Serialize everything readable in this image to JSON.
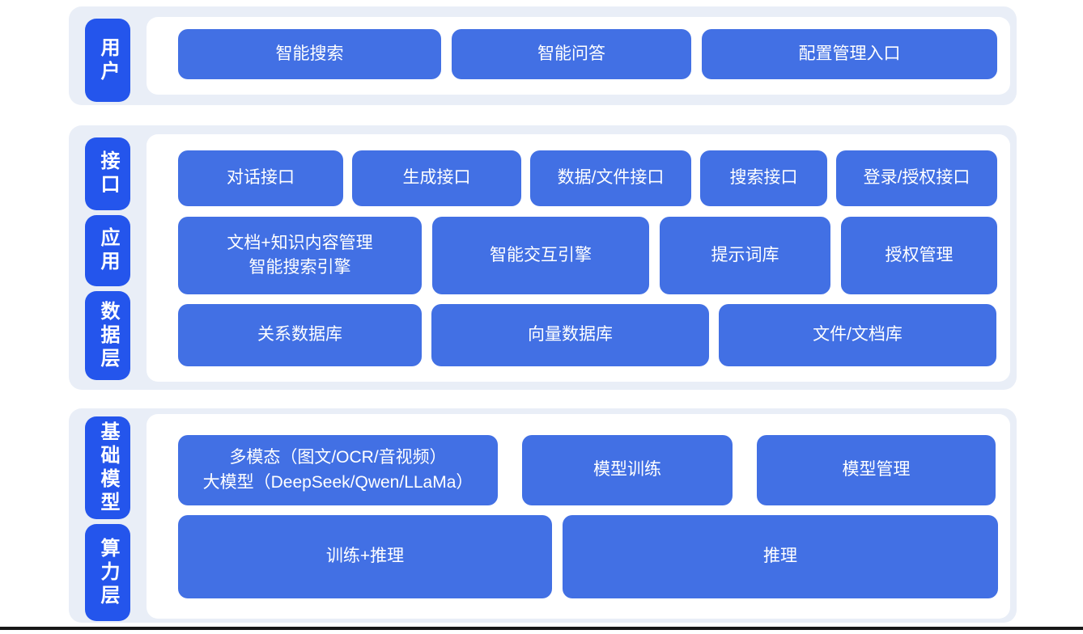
{
  "diagram_title": "AI platform layered architecture",
  "colors": {
    "band_background": "#e9eef7",
    "layer_pill_blue": "#2455ec",
    "block_blue": "#4270e4",
    "panel_white": "#ffffff",
    "text_white": "#ffffff",
    "bottom_rule": "#171717"
  },
  "layers": {
    "user": {
      "label": "用户",
      "blocks": [
        "智能搜索",
        "智能问答",
        "配置管理入口"
      ]
    },
    "middle": {
      "labels": [
        "接口",
        "应用",
        "数据层"
      ],
      "interface_row": [
        "对话接口",
        "生成接口",
        "数据/文件接口",
        "搜索接口",
        "登录/授权接口"
      ],
      "application_row": [
        "文档+知识内容管理\n智能搜索引擎",
        "智能交互引擎",
        "提示词库",
        "授权管理"
      ],
      "data_row": [
        "关系数据库",
        "向量数据库",
        "文件/文档库"
      ]
    },
    "bottom": {
      "labels": [
        "基础模型",
        "算力层"
      ],
      "model_row": [
        "多模态（图文/OCR/音视频）\n大模型（DeepSeek/Qwen/LLaMa）",
        "模型训练",
        "模型管理"
      ],
      "compute_row": [
        "训练+推理",
        "推理"
      ]
    }
  }
}
